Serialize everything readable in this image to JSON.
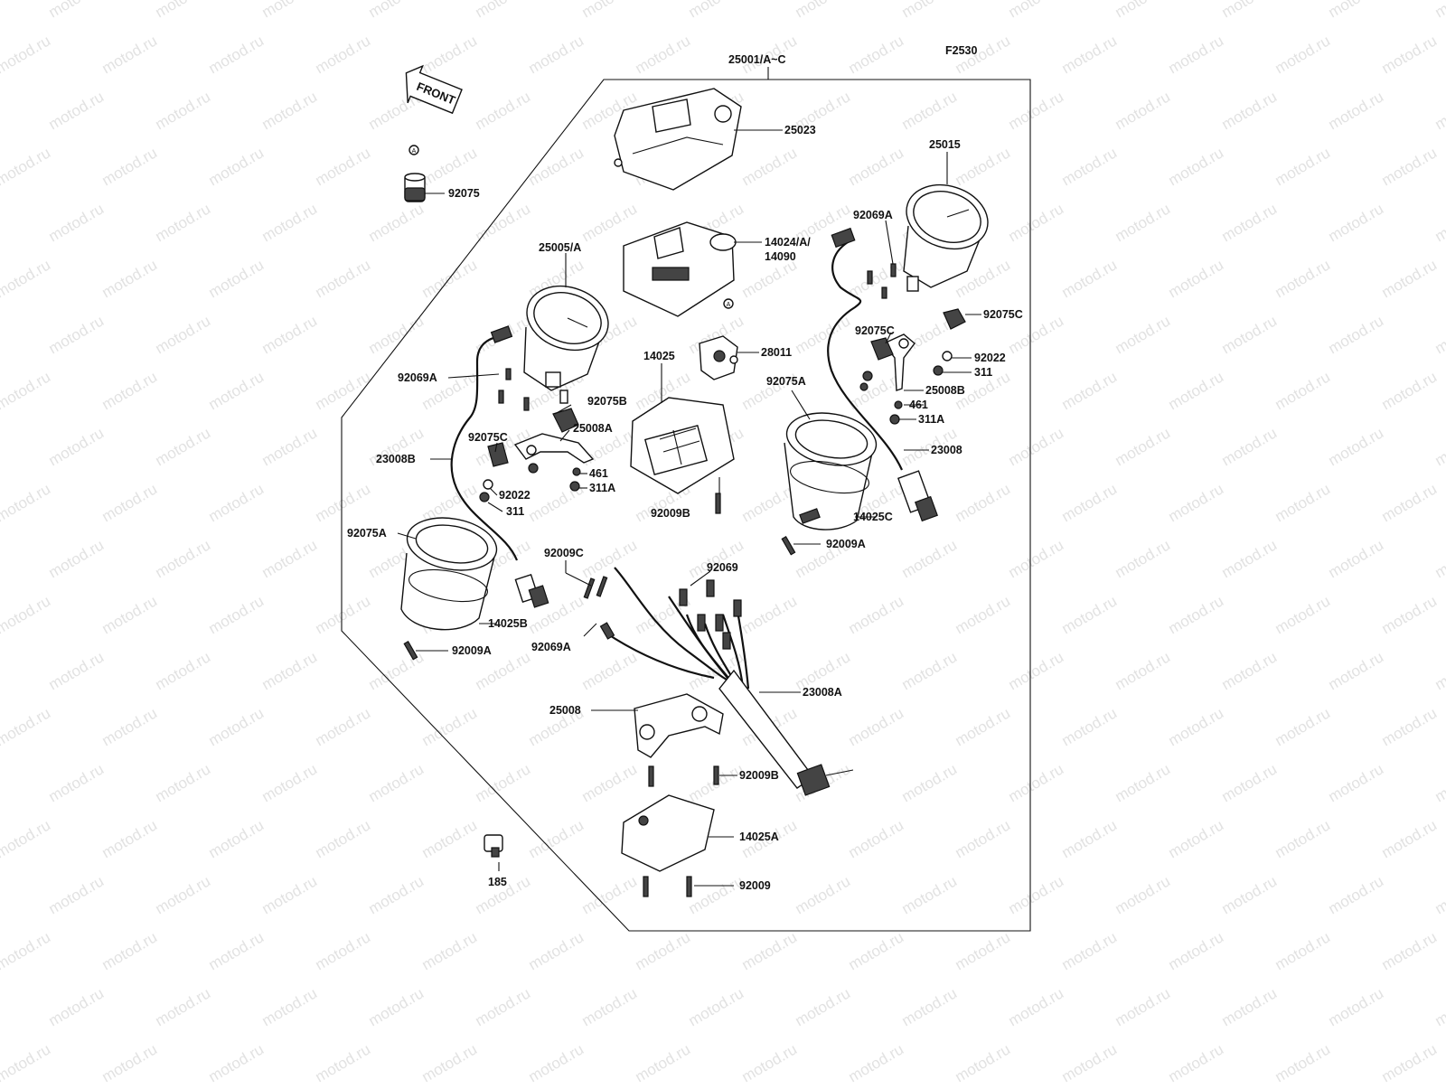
{
  "diagram": {
    "code": "F2530",
    "front_label": "FRONT",
    "watermark": "motod.ru",
    "labels": [
      {
        "id": "lbl-25001",
        "text": "25001/A~C"
      },
      {
        "id": "lbl-25023",
        "text": "25023"
      },
      {
        "id": "lbl-25015",
        "text": "25015"
      },
      {
        "id": "lbl-92069a-r",
        "text": "92069A"
      },
      {
        "id": "lbl-14024",
        "text": "14024/A/"
      },
      {
        "id": "lbl-14090",
        "text": "14090"
      },
      {
        "id": "lbl-25005",
        "text": "25005/A"
      },
      {
        "id": "lbl-92075",
        "text": "92075"
      },
      {
        "id": "lbl-92075c-r",
        "text": "92075C"
      },
      {
        "id": "lbl-92075c-m",
        "text": "92075C"
      },
      {
        "id": "lbl-92022-r",
        "text": "92022"
      },
      {
        "id": "lbl-311-r",
        "text": "311"
      },
      {
        "id": "lbl-25008b",
        "text": "25008B"
      },
      {
        "id": "lbl-461-r",
        "text": "461"
      },
      {
        "id": "lbl-311a-r",
        "text": "311A"
      },
      {
        "id": "lbl-28011",
        "text": "28011"
      },
      {
        "id": "lbl-14025",
        "text": "14025"
      },
      {
        "id": "lbl-92075a-r",
        "text": "92075A"
      },
      {
        "id": "lbl-92069a-l",
        "text": "92069A"
      },
      {
        "id": "lbl-92075b",
        "text": "92075B"
      },
      {
        "id": "lbl-25008a",
        "text": "25008A"
      },
      {
        "id": "lbl-23008",
        "text": "23008"
      },
      {
        "id": "lbl-92075c-l",
        "text": "92075C"
      },
      {
        "id": "lbl-23008b",
        "text": "23008B"
      },
      {
        "id": "lbl-461-l",
        "text": "461"
      },
      {
        "id": "lbl-311a-l",
        "text": "311A"
      },
      {
        "id": "lbl-92022-l",
        "text": "92022"
      },
      {
        "id": "lbl-311-l",
        "text": "311"
      },
      {
        "id": "lbl-92009b-t",
        "text": "92009B"
      },
      {
        "id": "lbl-14025c",
        "text": "14025C"
      },
      {
        "id": "lbl-92009a-r",
        "text": "92009A"
      },
      {
        "id": "lbl-92075a-l",
        "text": "92075A"
      },
      {
        "id": "lbl-92009c",
        "text": "92009C"
      },
      {
        "id": "lbl-92069",
        "text": "92069"
      },
      {
        "id": "lbl-14025b",
        "text": "14025B"
      },
      {
        "id": "lbl-92069a-b",
        "text": "92069A"
      },
      {
        "id": "lbl-92009a-l",
        "text": "92009A"
      },
      {
        "id": "lbl-23008a",
        "text": "23008A"
      },
      {
        "id": "lbl-25008",
        "text": "25008"
      },
      {
        "id": "lbl-92009b-b",
        "text": "92009B"
      },
      {
        "id": "lbl-14025a",
        "text": "14025A"
      },
      {
        "id": "lbl-185",
        "text": "185"
      },
      {
        "id": "lbl-92009",
        "text": "92009"
      }
    ]
  }
}
